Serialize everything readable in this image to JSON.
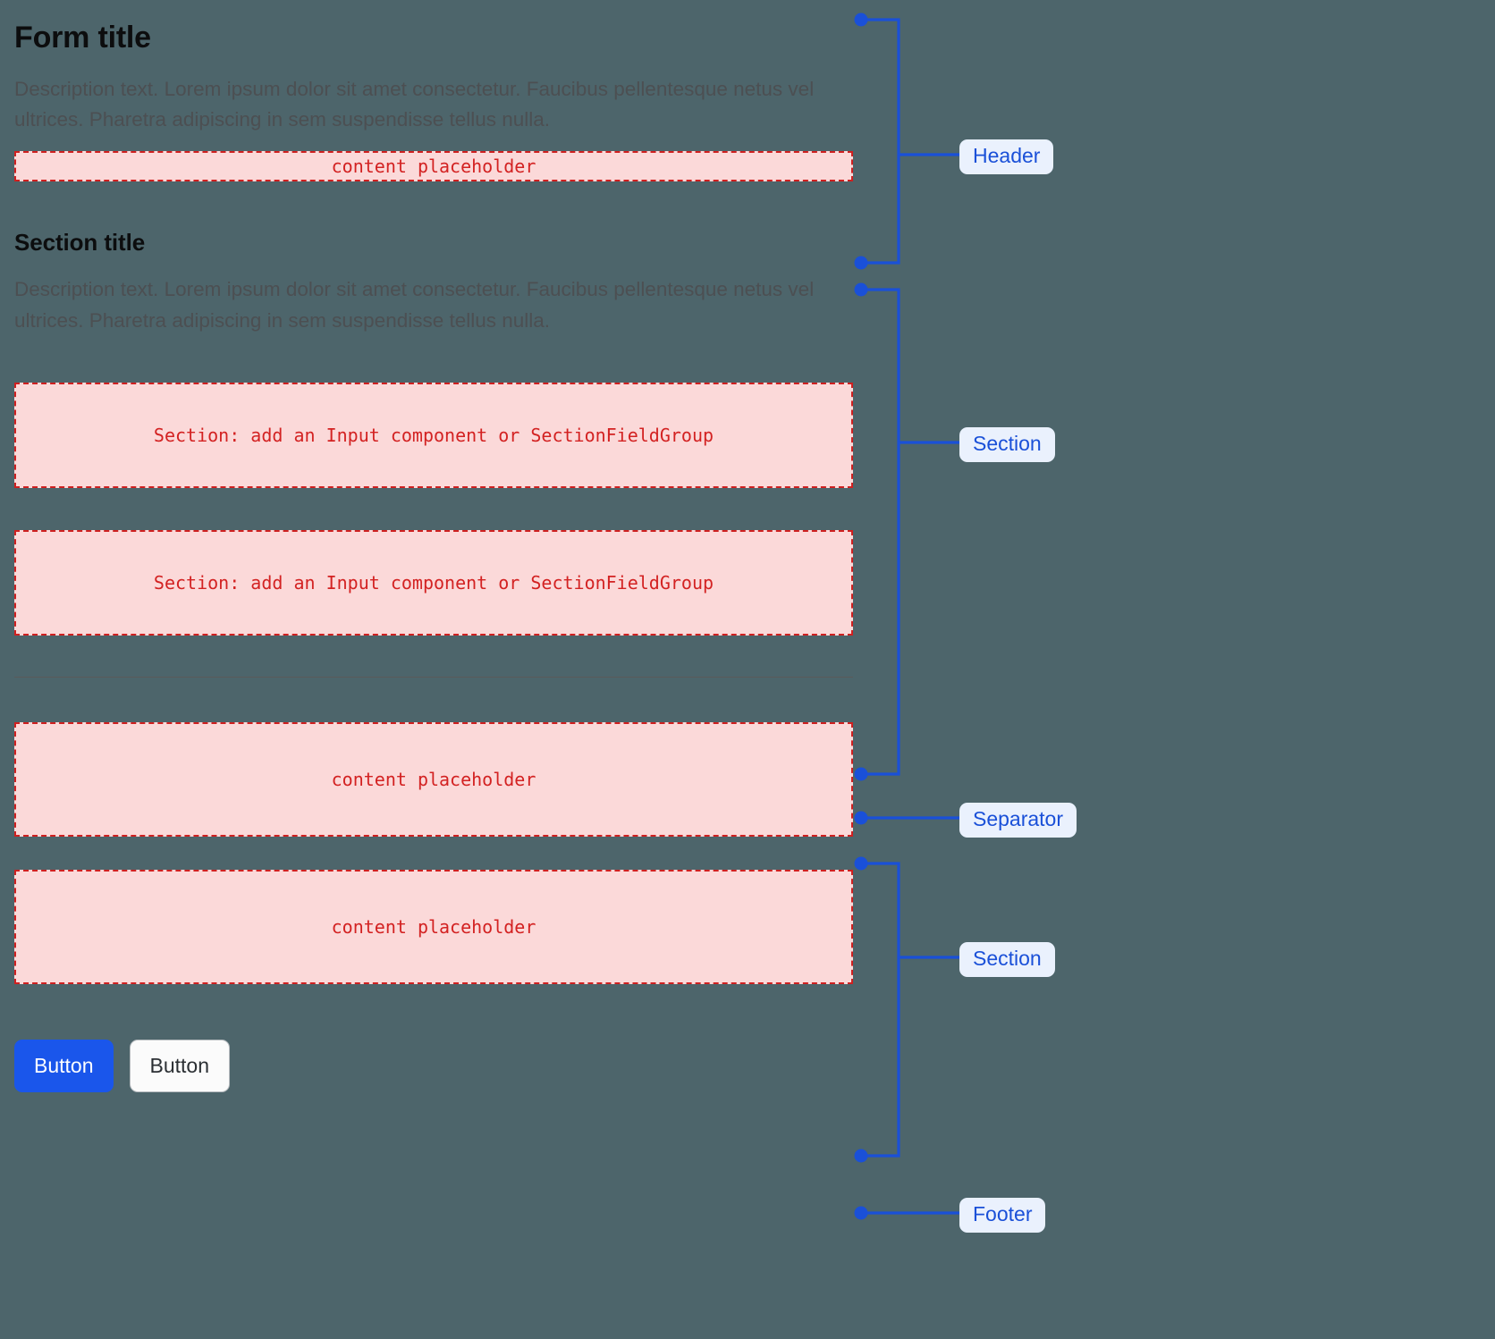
{
  "page": {
    "background_color": "#4d656b",
    "accent_color": "#1a50d8",
    "placeholder_color": "#d32222",
    "placeholder_bg": "#fbd9d9",
    "primary_button_color": "#1a56eb"
  },
  "header": {
    "title": "Form title",
    "description": "Description text. Lorem ipsum dolor sit amet consectetur. Faucibus pellentesque netus vel ultrices. Pharetra adipiscing in sem suspendisse tellus nulla.",
    "placeholder": "content placeholder"
  },
  "section_one": {
    "title": "Section title",
    "description": "Description text. Lorem ipsum dolor sit amet consectetur. Faucibus pellentesque netus vel ultrices. Pharetra adipiscing in sem suspendisse tellus nulla.",
    "placeholders": [
      "Section: add an Input component or SectionFieldGroup",
      "Section: add an Input component or SectionFieldGroup"
    ]
  },
  "separator": {
    "label": "Separator"
  },
  "section_two": {
    "placeholders": [
      "content placeholder",
      "content placeholder"
    ]
  },
  "footer": {
    "buttons": [
      {
        "label": "Button",
        "variant": "primary"
      },
      {
        "label": "Button",
        "variant": "secondary"
      }
    ]
  },
  "annotations": [
    {
      "label": "Header"
    },
    {
      "label": "Section"
    },
    {
      "label": "Separator"
    },
    {
      "label": "Section"
    },
    {
      "label": "Footer"
    }
  ]
}
